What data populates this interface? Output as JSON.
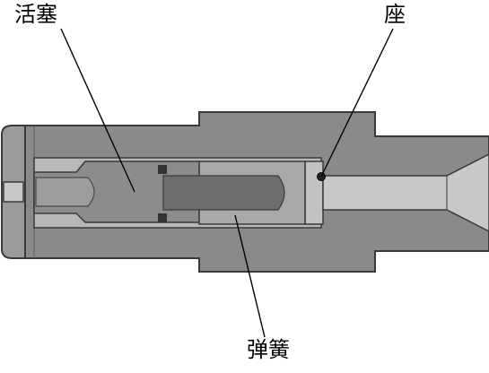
{
  "labels": {
    "piston": "活塞",
    "seat": "座",
    "spring": "弹簧"
  },
  "colors": {
    "body_outline": "#3a3a3a",
    "body_fill": "#8a8a8a",
    "bore_fill": "#b8b8b8",
    "piston_fill": "#8c8c8c",
    "spring_fill": "#6e6e6e",
    "leader_line": "#000000"
  }
}
